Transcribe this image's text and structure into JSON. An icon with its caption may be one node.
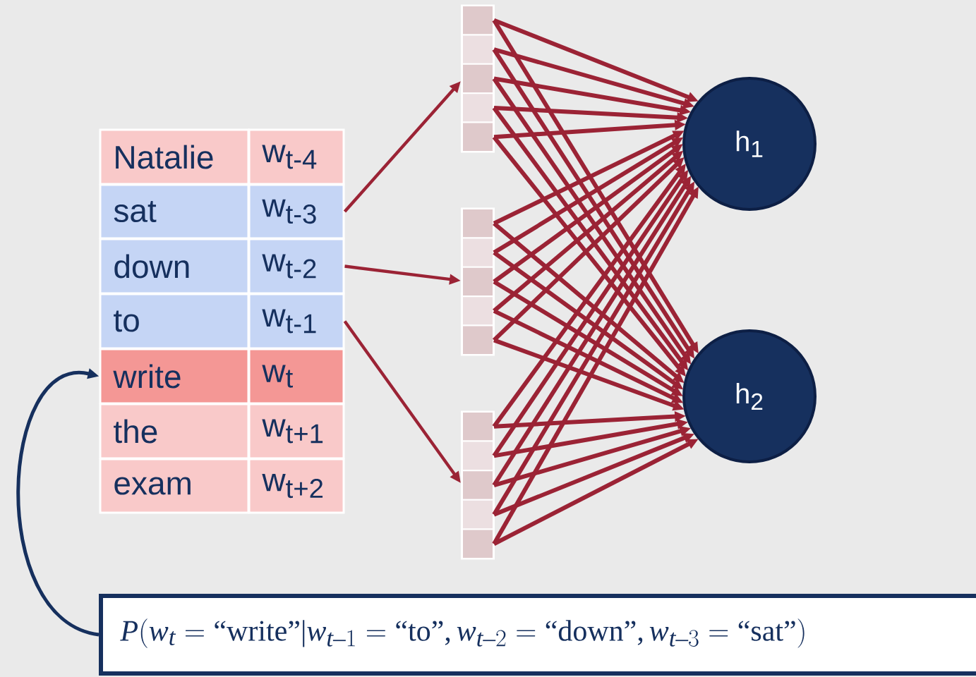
{
  "diagram": {
    "nodes": [
      {
        "text": [
          "Natalie"
        ]
      },
      {
        "text": [
          "w$_{t-4}$"
        ]
      },
      {
        "text": [
          "sat"
        ]
      },
      {
        "text": [
          "w$_{t-3}$"
        ]
      },
      {
        "text": [
          "down"
        ]
      },
      {
        "text": [
          "w$_{t-2}$"
        ]
      },
      {
        "text": [
          "to"
        ]
      },
      {
        "text": [
          "w$_{t-1}$"
        ]
      },
      {
        "text": [
          "write"
        ]
      },
      {
        "text": [
          "w$_{t}$"
        ]
      },
      {
        "text": [
          "the"
        ]
      },
      {
        "text": [
          "w$_{t+1}$"
        ]
      },
      {
        "text": [
          "exam"
        ]
      },
      {
        "text": [
          "w$_{t+2}$"
        ]
      },
      {
        "text": [],
        "shape": "bar"
      },
      {
        "text": [],
        "shape": "bar"
      },
      {
        "text": [],
        "shape": "bar"
      },
      {
        "text": [],
        "shape": "box",
        "in": 14
      },
      {
        "text": [],
        "shape": "box",
        "in": 14
      },
      {
        "text": [],
        "shape": "box",
        "in": 14
      },
      {
        "text": [],
        "shape": "box",
        "in": 14
      },
      {
        "text": [],
        "shape": "box",
        "in": 14
      },
      {
        "text": [],
        "shape": "box",
        "in": 15
      },
      {
        "text": [],
        "shape": "box",
        "in": 15
      },
      {
        "text": [],
        "shape": "box",
        "in": 15
      },
      {
        "text": [],
        "shape": "box",
        "in": 15
      },
      {
        "text": [],
        "shape": "box",
        "in": 15
      },
      {
        "text": [],
        "shape": "box",
        "in": 16
      },
      {
        "text": [],
        "shape": "box",
        "in": 16
      },
      {
        "text": [],
        "shape": "box",
        "in": 16
      },
      {
        "text": [],
        "shape": "box",
        "in": 16
      },
      {
        "text": [],
        "shape": "box",
        "in": 16
      },
      {
        "text": [
          "h$_{1}$"
        ]
      },
      {
        "text": [
          "h$_{2}$"
        ]
      },
      {
        "text": [
          "P(w_t = \\textrm{“write”} | w_{t-1} = \\textrm{“to”}, w_{t-2} = \\textrm{“down”}, w_{t-3} = \\textrm{“sat”})"
        ]
      }
    ],
    "edges": [
      {
        "from": 3,
        "to": 14,
        "arrow": "to"
      },
      {
        "from": 5,
        "to": 15,
        "arrow": "to"
      },
      {
        "from": 7,
        "to": 16,
        "arrow": "to"
      },
      {
        "from": 17,
        "to": 32,
        "arrow": "to"
      },
      {
        "from": 17,
        "to": 33,
        "arrow": "to"
      },
      {
        "from": 18,
        "to": 32,
        "arrow": "to"
      },
      {
        "from": 18,
        "to": 33,
        "arrow": "to"
      },
      {
        "from": 19,
        "to": 32,
        "arrow": "to"
      },
      {
        "from": 19,
        "to": 33,
        "arrow": "to"
      },
      {
        "from": 20,
        "to": 32,
        "arrow": "to"
      },
      {
        "from": 20,
        "to": 33,
        "arrow": "to"
      },
      {
        "from": 21,
        "to": 32,
        "arrow": "to"
      },
      {
        "from": 21,
        "to": 33,
        "arrow": "to"
      },
      {
        "from": 22,
        "to": 32,
        "arrow": "to"
      },
      {
        "from": 22,
        "to": 33,
        "arrow": "to"
      },
      {
        "from": 23,
        "to": 32,
        "arrow": "to"
      },
      {
        "from": 23,
        "to": 33,
        "arrow": "to"
      },
      {
        "from": 24,
        "to": 32,
        "arrow": "to"
      },
      {
        "from": 24,
        "to": 33,
        "arrow": "to"
      },
      {
        "from": 25,
        "to": 32,
        "arrow": "to"
      },
      {
        "from": 25,
        "to": 33,
        "arrow": "to"
      },
      {
        "from": 26,
        "to": 32,
        "arrow": "to"
      },
      {
        "from": 26,
        "to": 33,
        "arrow": "to"
      },
      {
        "from": 27,
        "to": 32,
        "arrow": "to"
      },
      {
        "from": 27,
        "to": 33,
        "arrow": "to"
      },
      {
        "from": 28,
        "to": 32,
        "arrow": "to"
      },
      {
        "from": 28,
        "to": 33,
        "arrow": "to"
      },
      {
        "from": 29,
        "to": 32,
        "arrow": "to"
      },
      {
        "from": 29,
        "to": 33,
        "arrow": "to"
      },
      {
        "from": 30,
        "to": 32,
        "arrow": "to"
      },
      {
        "from": 30,
        "to": 33,
        "arrow": "to"
      },
      {
        "from": 31,
        "to": 32,
        "arrow": "to"
      },
      {
        "from": 31,
        "to": 33,
        "arrow": "to"
      },
      {
        "from": 34,
        "to": 8,
        "arrow": "to",
        "color": "#16305e"
      }
    ]
  }
}
